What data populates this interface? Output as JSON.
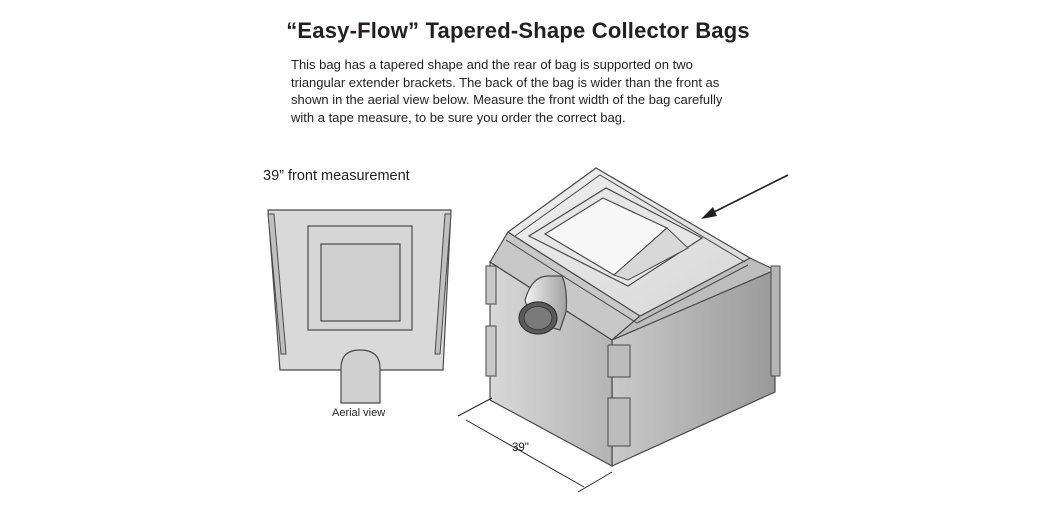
{
  "title": "“Easy-Flow” Tapered-Shape Collector Bags",
  "description_lines": [
    "This bag has a tapered shape and the rear of bag is supported on two",
    "triangular extender brackets. The back of the bag is wider than the front as",
    "shown in the aerial view below. Measure the front width of the bag carefully",
    "with a tape measure, to be sure you order the correct bag."
  ],
  "front_measurement_label": "39” front measurement",
  "aerial_view_label": "Aerial view",
  "dimension_label": "39\"",
  "colors": {
    "text": "#231f20",
    "bag_fill": "#d9d9d9",
    "outline": "#4a4a4a",
    "shadow_side": "#a9a9a9"
  }
}
